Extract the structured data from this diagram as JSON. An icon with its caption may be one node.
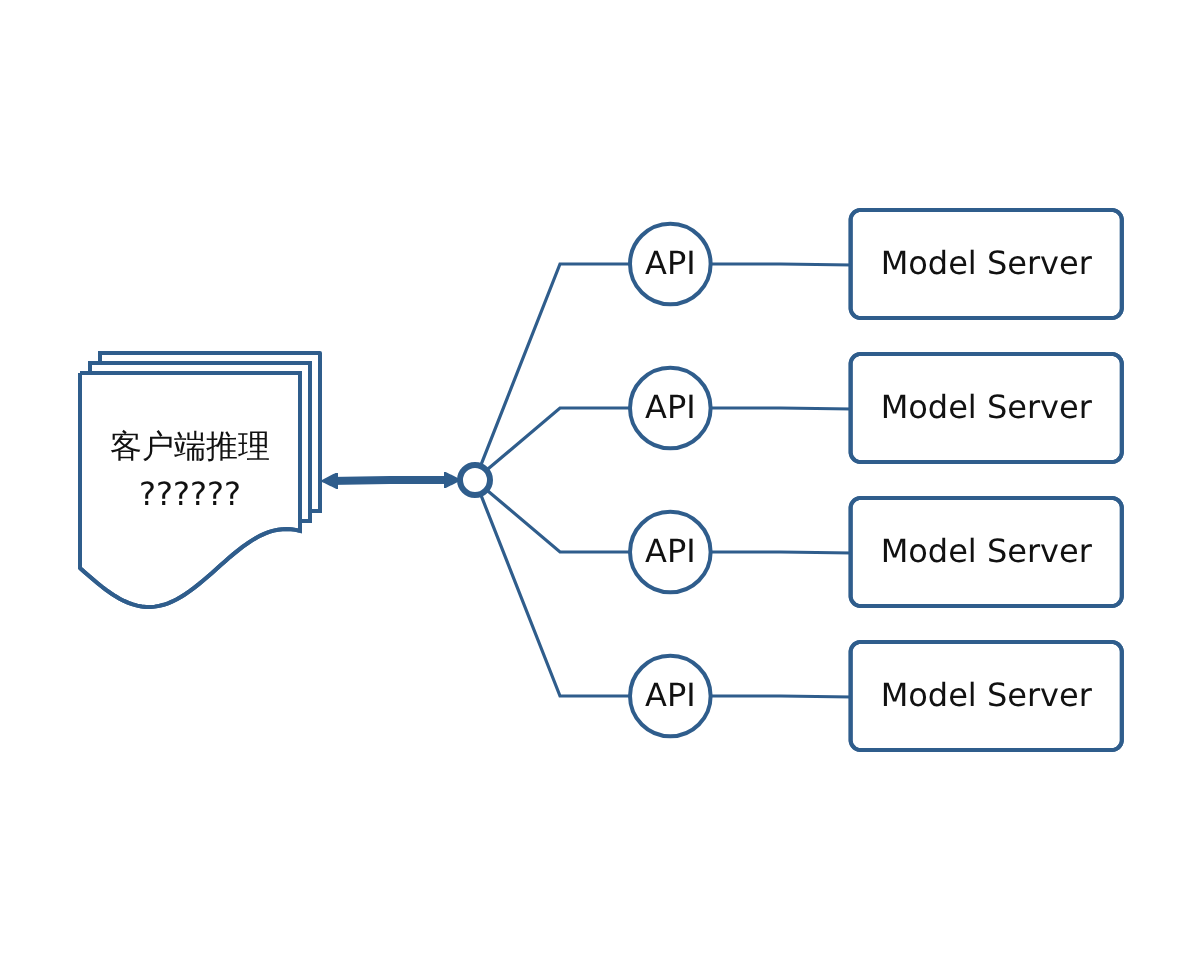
{
  "diagram": {
    "nodes": [
      {
        "text": [
          "客户端推理",
          "??????"
        ]
      },
      {
        "text": [],
        "shape": "circle"
      },
      {
        "text": [
          "API"
        ]
      },
      {
        "text": [
          "API"
        ]
      },
      {
        "text": [
          "API"
        ]
      },
      {
        "text": [
          "API"
        ]
      },
      {
        "text": [
          "Model Server"
        ]
      },
      {
        "text": [
          "Model Server"
        ]
      },
      {
        "text": [
          "Model Server"
        ]
      },
      {
        "text": [
          "Model Server"
        ]
      }
    ],
    "edges": [
      {
        "from": 0,
        "to": 1,
        "arrow": "both",
        "style": "thick"
      },
      {
        "from": 1,
        "to": 2,
        "arrow": "none"
      },
      {
        "from": 1,
        "to": 3,
        "arrow": "none"
      },
      {
        "from": 1,
        "to": 4,
        "arrow": "none"
      },
      {
        "from": 1,
        "to": 5,
        "arrow": "none"
      },
      {
        "from": 2,
        "to": 6,
        "arrow": "none"
      },
      {
        "from": 3,
        "to": 7,
        "arrow": "none"
      },
      {
        "from": 4,
        "to": 8,
        "arrow": "none"
      },
      {
        "from": 5,
        "to": 9,
        "arrow": "none"
      }
    ]
  }
}
